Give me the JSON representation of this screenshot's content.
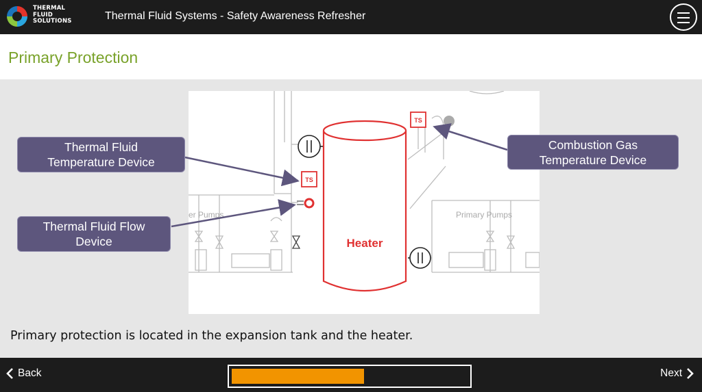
{
  "header": {
    "logo_text": [
      "THERMAL",
      "FLUID",
      "SOLUTIONS"
    ],
    "title": "Thermal Fluid Systems - Safety Awareness Refresher",
    "menu_icon": "hamburger-menu-icon"
  },
  "page": {
    "title": "Primary Protection",
    "body_text": "Primary protection is located in the expansion tank and the heater."
  },
  "diagram": {
    "heater_label": "Heater",
    "ts_label": "TS",
    "pumps_left_label": "er Pumps",
    "pumps_right_label": "Primary Pumps",
    "heater_color": "#e03131",
    "callouts": {
      "temperature_device": "Thermal Fluid\nTemperature Device",
      "flow_device": "Thermal Fluid Flow\nDevice",
      "combustion_gas": "Combustion Gas\nTemperature Device"
    }
  },
  "footer": {
    "back_label": "Back",
    "next_label": "Next",
    "progress": 0.56
  },
  "colors": {
    "accent_green": "#79a22a",
    "callout_bg": "#5d567d",
    "progress_fill": "#f29400",
    "bar_bg": "#1c1c1c"
  }
}
